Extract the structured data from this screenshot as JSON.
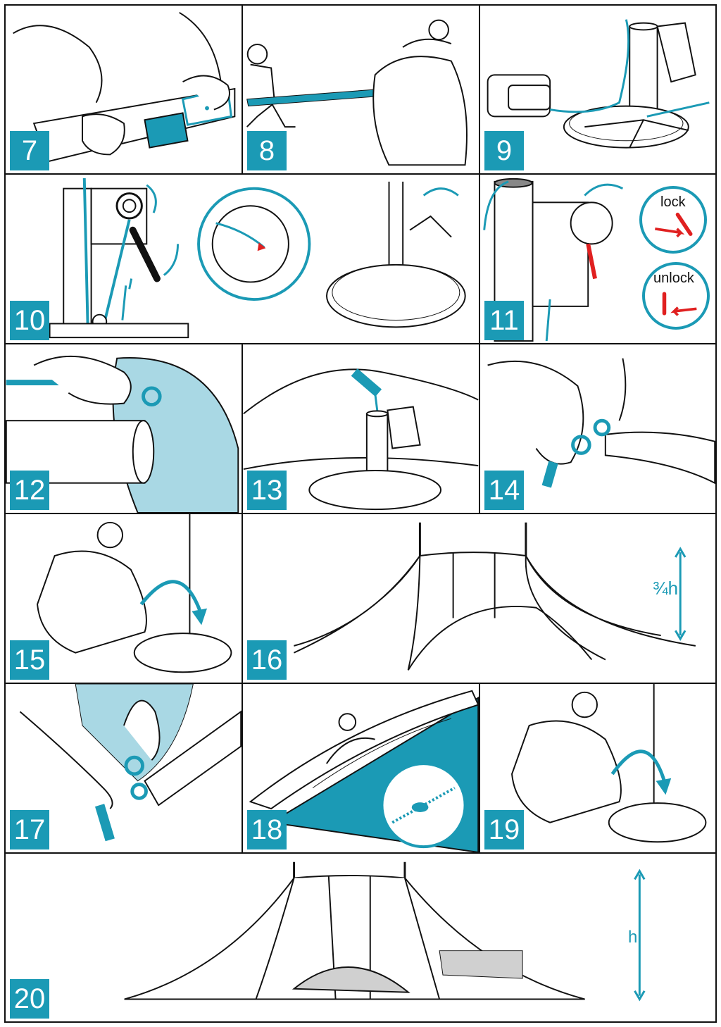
{
  "colors": {
    "accent": "#1b9ab5",
    "light": "#a9d8e4",
    "line": "#111111",
    "alert": "#e02020"
  },
  "steps": [
    {
      "num": "7",
      "icon": "pole-joining-icon"
    },
    {
      "num": "8",
      "icon": "pole-insert-icon"
    },
    {
      "num": "9",
      "icon": "base-strap-icon"
    },
    {
      "num": "10",
      "icon": "winch-strap-icon"
    },
    {
      "num": "11",
      "icon": "winch-lock-icon"
    },
    {
      "num": "12",
      "icon": "hook-attach-icon"
    },
    {
      "num": "13",
      "icon": "pole-base-icon"
    },
    {
      "num": "14",
      "icon": "hook-ring-icon"
    },
    {
      "num": "15",
      "icon": "winch-turn-icon"
    },
    {
      "num": "16",
      "icon": "tent-three-quarter-icon"
    },
    {
      "num": "17",
      "icon": "hook-strap-icon"
    },
    {
      "num": "18",
      "icon": "zipper-icon"
    },
    {
      "num": "19",
      "icon": "winch-turn-icon"
    },
    {
      "num": "20",
      "icon": "tent-full-icon"
    }
  ],
  "labels": {
    "lock": "lock",
    "unlock": "unlock",
    "three_quarter_h": "¾h",
    "h": "h"
  }
}
